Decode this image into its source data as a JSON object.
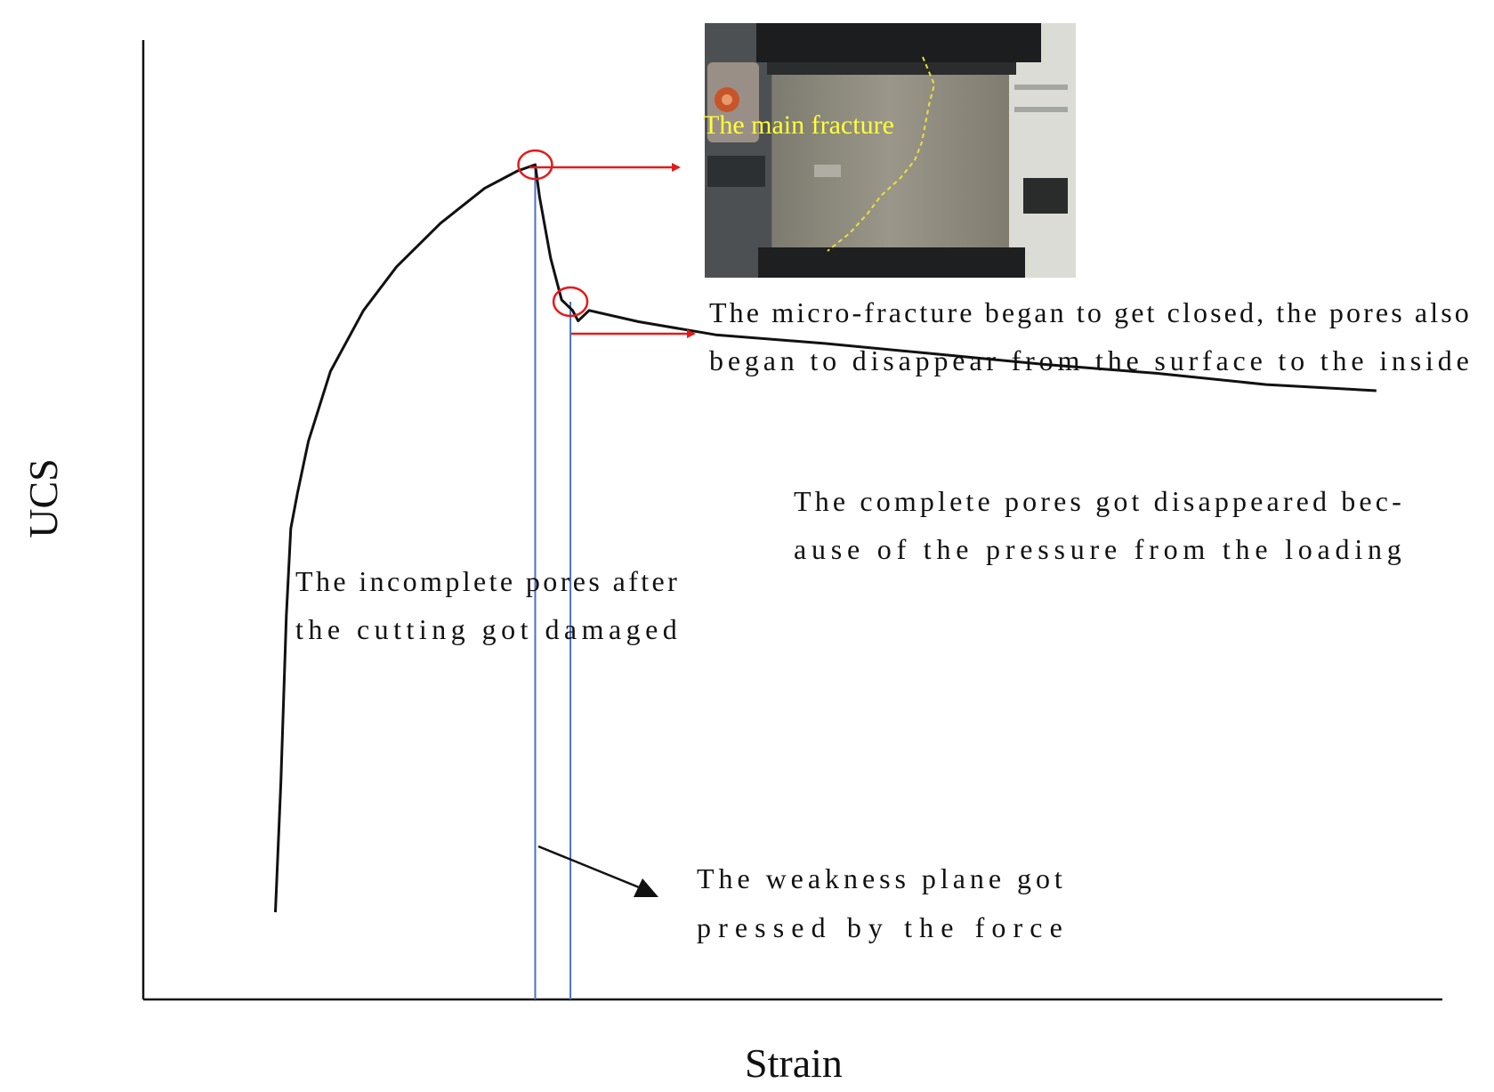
{
  "chart_data": {
    "type": "line",
    "xlabel": "Strain",
    "ylabel": "UCS",
    "series": [
      {
        "points": [
          [
            0.0,
            0.0
          ],
          [
            0.005,
            0.15
          ],
          [
            0.01,
            0.34
          ],
          [
            0.014,
            0.44
          ],
          [
            0.02,
            0.48
          ],
          [
            0.03,
            0.54
          ],
          [
            0.05,
            0.62
          ],
          [
            0.08,
            0.69
          ],
          [
            0.11,
            0.74
          ],
          [
            0.15,
            0.79
          ],
          [
            0.19,
            0.83
          ],
          [
            0.22,
            0.85
          ],
          [
            0.236,
            0.857
          ],
          [
            0.24,
            0.82
          ],
          [
            0.25,
            0.75
          ],
          [
            0.26,
            0.702
          ],
          [
            0.27,
            0.69
          ],
          [
            0.275,
            0.678
          ],
          [
            0.285,
            0.69
          ],
          [
            0.33,
            0.677
          ],
          [
            0.4,
            0.662
          ],
          [
            0.5,
            0.652
          ],
          [
            0.6,
            0.64
          ],
          [
            0.7,
            0.628
          ],
          [
            0.8,
            0.618
          ],
          [
            0.9,
            0.605
          ],
          [
            1.0,
            0.598
          ]
        ]
      }
    ],
    "xlim": [
      -0.12,
      1.06
    ],
    "ylim": [
      -0.1,
      1.0
    ],
    "grid": false,
    "vertical_lines": [
      0.236,
      0.268
    ],
    "circled_points": [
      [
        0.236,
        0.857
      ],
      [
        0.268,
        0.7
      ]
    ],
    "annotations": {
      "main_fracture": "The main fracture",
      "micro_fracture": [
        "The micro-fracture began to get closed, the pores also",
        "began to disappear from the surface to the inside"
      ],
      "complete_pores": [
        "The complete pores got disappeared bec-",
        "ause of the pressure from the loading"
      ],
      "incomplete_pores": [
        "The incomplete pores after",
        "the cutting got damaged"
      ],
      "weakness_plane": [
        "The weakness plane got",
        "pressed by the force"
      ]
    }
  },
  "colors": {
    "curve": "#111111",
    "axis": "#111111",
    "vline": "#4a72c4",
    "arrow_red": "#e41a1a",
    "circle": "#e41a1a",
    "fracture_text": "#ffff3a",
    "fracture_trace": "#e8e33a"
  },
  "inset_photo": {
    "subject": "rock-specimen-photo"
  }
}
